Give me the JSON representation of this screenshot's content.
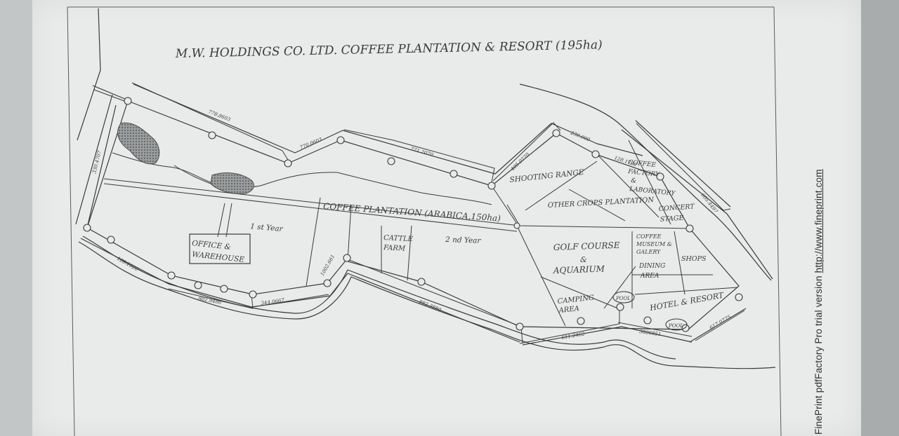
{
  "title": "M.W. HOLDINGS CO. LTD. COFFEE PLANTATION & RESORT (195ha)",
  "watermark": {
    "prefix": "FinePrint pdfFactory Pro trial version ",
    "url": "http://www.fineprint.com"
  },
  "zones": {
    "office_line1": "OFFICE &",
    "office_line2": "WAREHOUSE",
    "first_year": "1 st Year",
    "second_year": "2 nd Year",
    "coffee_plantation": "COFFEE PLANTATION (ARABICA,150ha)",
    "cattle_line1": "CATTLE",
    "cattle_line2": "FARM",
    "shooting_range": "SHOOTING RANGE",
    "other_crops": "OTHER CROPS PLANTATION",
    "coffee_factory_line1": "COFFEE",
    "coffee_factory_line2": "FACTORY",
    "coffee_factory_line3": "&",
    "coffee_factory_line4": "LABORATORY",
    "concert_line1": "CONCERT",
    "concert_line2": "STAGE",
    "golf_line1": "GOLF COURSE",
    "golf_line2": "&",
    "golf_line3": "AQUARIUM",
    "museum_line1": "COFFEE",
    "museum_line2": "MUSEUM &",
    "museum_line3": "GALERY",
    "dining_line1": "DINING",
    "dining_line2": "AREA",
    "shops": "SHOPS",
    "camping_line1": "CAMPING",
    "camping_line2": "AREA",
    "hotel": "HOTEL & RESORT",
    "pool_1": "POOL",
    "pool_2": "POOL"
  },
  "boundary_measurements": {
    "top_1": "778.8603",
    "top_2": "770.0603",
    "top_3": "771.2070",
    "top_4": "405.0770",
    "top_5": "230.000",
    "top_6": "128.1780",
    "right_1": "605.4497",
    "left_1": "330.4707",
    "bottom_1": "128.1920",
    "bottom_2": "802.9486",
    "bottom_3": "344.0667",
    "bottom_4": "1002.661",
    "bottom_5": "882.3880",
    "bottom_6": "611.2462",
    "bottom_7": "3886851",
    "bottom_8": "617.0775"
  },
  "colors": {
    "paper": "#e9ebea",
    "ink": "#3a3c3c"
  }
}
